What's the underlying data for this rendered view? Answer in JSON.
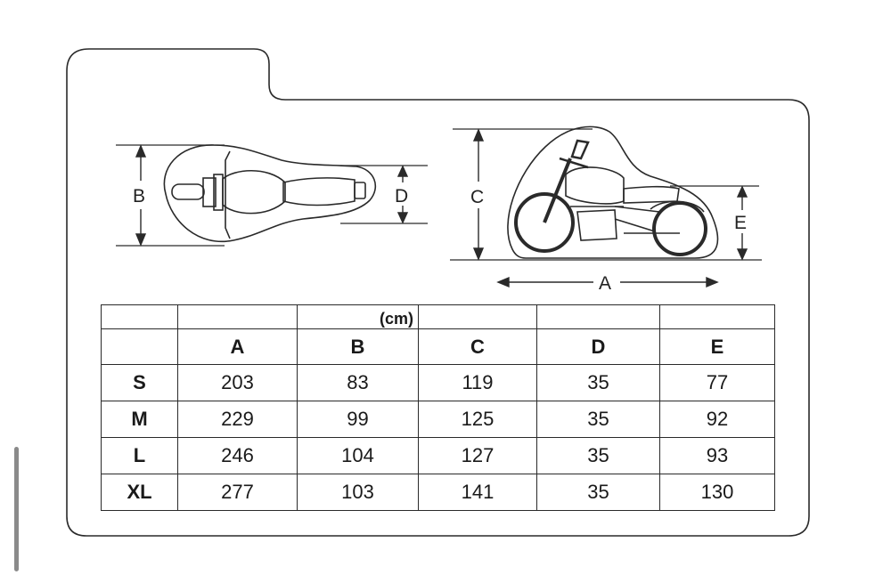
{
  "diagram": {
    "labels": {
      "a": "A",
      "b": "B",
      "c": "C",
      "d": "D",
      "e": "E"
    }
  },
  "table": {
    "unit": "(cm)",
    "columns": [
      "",
      "A",
      "B",
      "C",
      "D",
      "E"
    ],
    "rows": [
      {
        "size": "S",
        "values": [
          "203",
          "83",
          "119",
          "35",
          "77"
        ]
      },
      {
        "size": "M",
        "values": [
          "229",
          "99",
          "125",
          "35",
          "92"
        ]
      },
      {
        "size": "L",
        "values": [
          "246",
          "104",
          "127",
          "35",
          "93"
        ]
      },
      {
        "size": "XL",
        "values": [
          "277",
          "103",
          "141",
          "35",
          "130"
        ]
      }
    ]
  },
  "colors": {
    "line": "#2a2a2a",
    "text": "#1a1a1a",
    "background": "#ffffff",
    "scrollbar": "#8a8a8a"
  }
}
